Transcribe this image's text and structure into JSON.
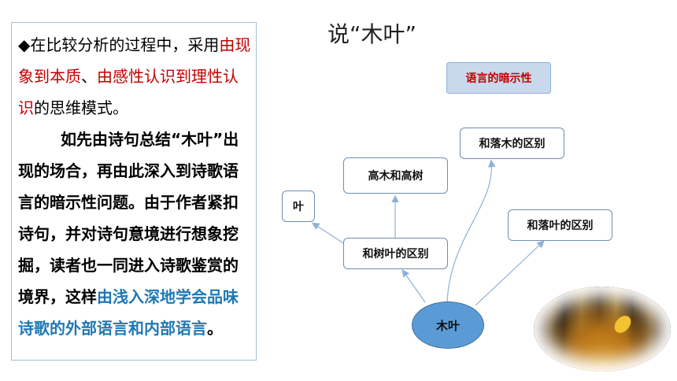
{
  "panel": {
    "bullet": "◆",
    "p1_text1": "在比较分析的过程中，采用",
    "p1_red1": "由现象到本质",
    "p1_sep": "、",
    "p1_red2": "由感性认识到理性认识",
    "p1_text2": "的思维模式。",
    "p2_text": "如先由诗句总结“木叶”出现的场合，再由此深入到诗歌语言的暗示性问题。由于作者紧扣诗句，并对诗句意境进行想象挖掘，读者也一同进入诗歌鉴赏的境界，这样",
    "p2_blue": "由浅入深地学会品味诗歌的外部语言和内部语言",
    "p2_end": "。"
  },
  "title": "说“木叶”",
  "tag": "语言的暗示性",
  "diagram": {
    "center": "木叶",
    "nodes": {
      "ye": "叶",
      "shuye": "和树叶的区别",
      "gaomu": "高木和高树",
      "luomu": "和落木的区别",
      "luoye": "和落叶的区别"
    }
  },
  "colors": {
    "red": "#c00000",
    "blue": "#1f78b4",
    "center_fill": "#5b9bd5",
    "tag_fill": "#c9d9ec",
    "arrow": "#8fb1d6"
  },
  "image": "autumn-forest-leaves-photo"
}
